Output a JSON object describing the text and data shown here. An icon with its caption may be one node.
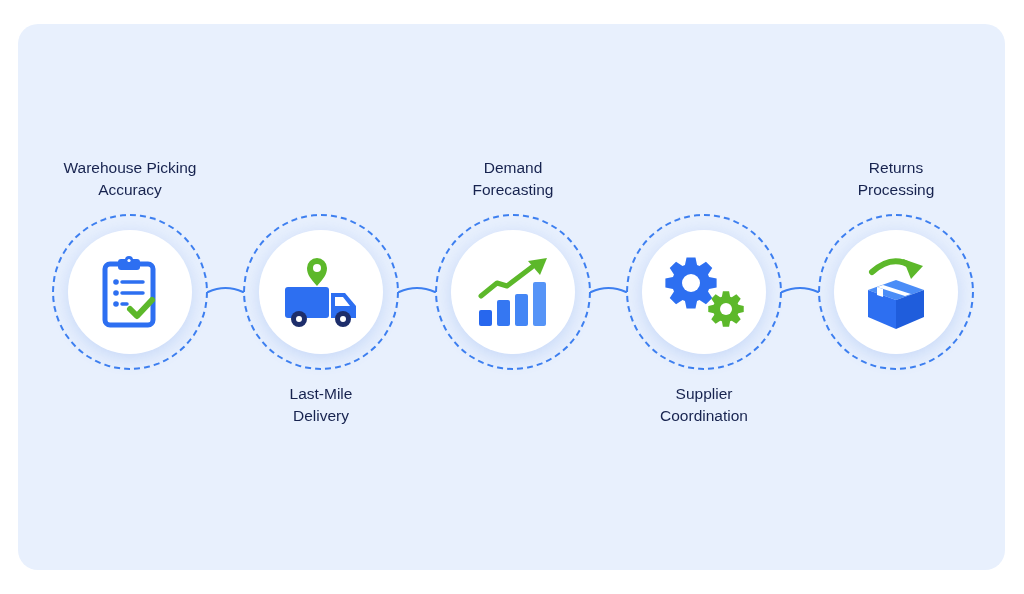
{
  "diagram": {
    "nodes": [
      {
        "text": [
          "Warehouse Picking Accuracy"
        ]
      },
      {
        "text": [
          "Last-Mile Delivery"
        ]
      },
      {
        "text": [
          "Demand Forecasting"
        ]
      },
      {
        "text": [
          "Supplier Coordination"
        ]
      },
      {
        "text": [
          "Returns Processing"
        ]
      }
    ],
    "edges": [
      {
        "from": 0,
        "to": 1,
        "arrow": "none"
      },
      {
        "from": 1,
        "to": 2,
        "arrow": "none"
      },
      {
        "from": 2,
        "to": 3,
        "arrow": "none"
      },
      {
        "from": 3,
        "to": 4,
        "arrow": "none"
      }
    ]
  }
}
